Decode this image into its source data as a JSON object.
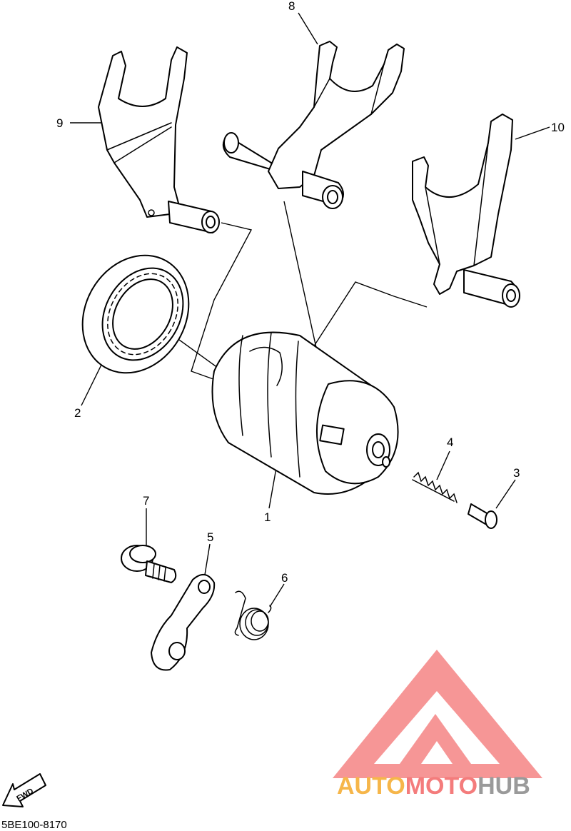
{
  "diagram": {
    "part_labels": [
      "1",
      "2",
      "3",
      "4",
      "5",
      "6",
      "7",
      "8",
      "9",
      "10"
    ],
    "drawing_code": "5BE100-8170",
    "direction_badge": "FWD"
  },
  "watermark": {
    "part1": "AUTO",
    "part2": "MOTO",
    "part3": "HUB",
    "colors": {
      "auto": "#f6b64a",
      "moto": "#f47c7c",
      "hub": "#9a9a9a",
      "logo": "#f47c7c"
    }
  }
}
